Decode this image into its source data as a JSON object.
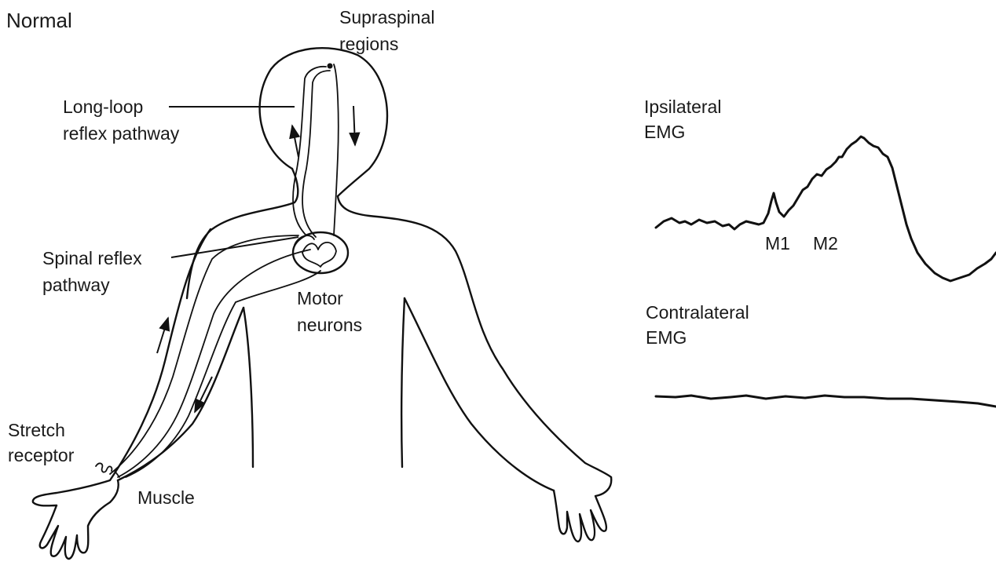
{
  "labels": {
    "normal": "Normal",
    "supraspinal_1": "Supraspinal",
    "supraspinal_2": "regions",
    "long_loop_1": "Long-loop",
    "long_loop_2": "reflex pathway",
    "spinal_reflex_1": "Spinal reflex",
    "spinal_reflex_2": "pathway",
    "motor_1": "Motor",
    "motor_2": "neurons",
    "stretch_1": "Stretch",
    "stretch_2": "receptor",
    "muscle": "Muscle",
    "ipsi_1": "Ipsilateral",
    "ipsi_2": "EMG",
    "contra_1": "Contralateral",
    "contra_2": "EMG",
    "m1": "M1",
    "m2": "M2"
  }
}
